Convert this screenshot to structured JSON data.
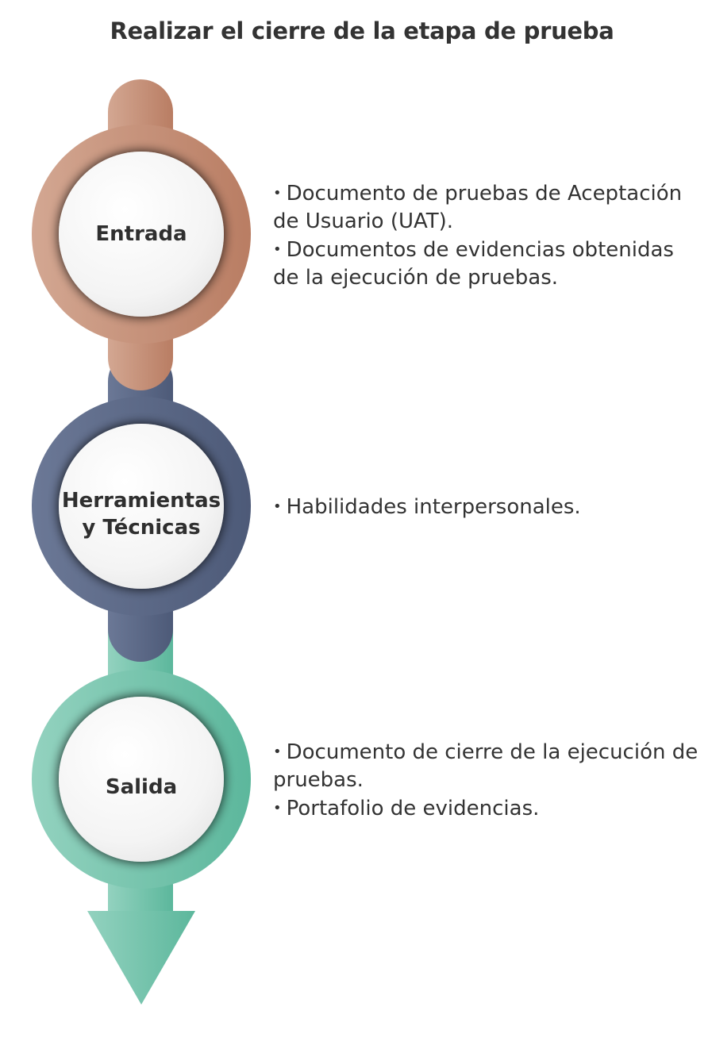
{
  "title": "Realizar el cierre de la etapa de prueba",
  "colors": {
    "entrada": "#c48a72",
    "herramientas": "#55627f",
    "salida": "#6dbfa7"
  },
  "steps": [
    {
      "label_lines": [
        "Entrada"
      ],
      "bullets": [
        "Documento de pruebas de Aceptación de Usuario (UAT).",
        "Documentos de evidencias obtenidas de la ejecución de pruebas."
      ]
    },
    {
      "label_lines": [
        "Herramientas",
        "y Técnicas"
      ],
      "bullets": [
        "Habilidades interpersonales."
      ]
    },
    {
      "label_lines": [
        "Salida"
      ],
      "bullets": [
        "Documento de cierre de la ejecución de pruebas.",
        "Portafolio de evidencias."
      ]
    }
  ]
}
